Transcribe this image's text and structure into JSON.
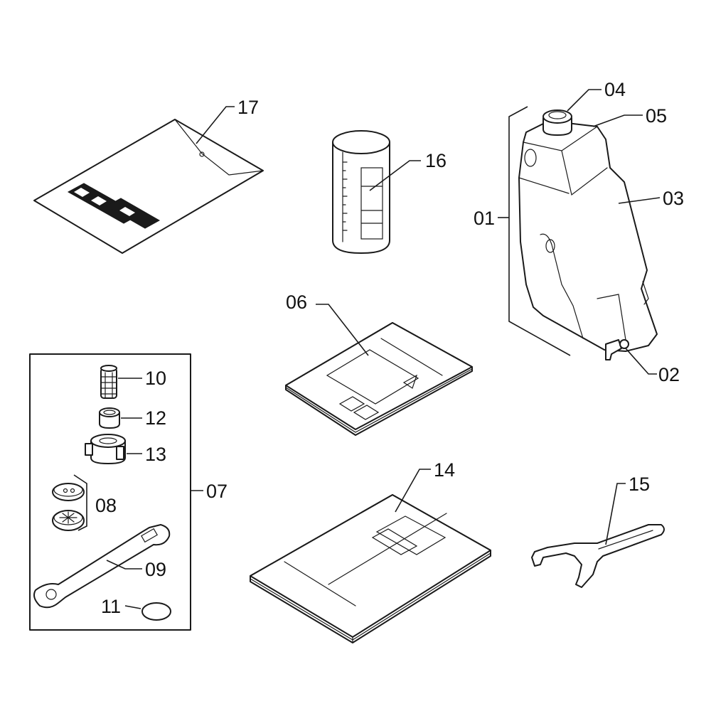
{
  "diagram": {
    "labels": {
      "p01": "01",
      "p02": "02",
      "p03": "03",
      "p04": "04",
      "p05": "05",
      "p06": "06",
      "p07": "07",
      "p08": "08",
      "p09": "09",
      "p10": "10",
      "p11": "11",
      "p12": "12",
      "p13": "13",
      "p14": "14",
      "p15": "15",
      "p16": "16",
      "p17": "17"
    }
  }
}
